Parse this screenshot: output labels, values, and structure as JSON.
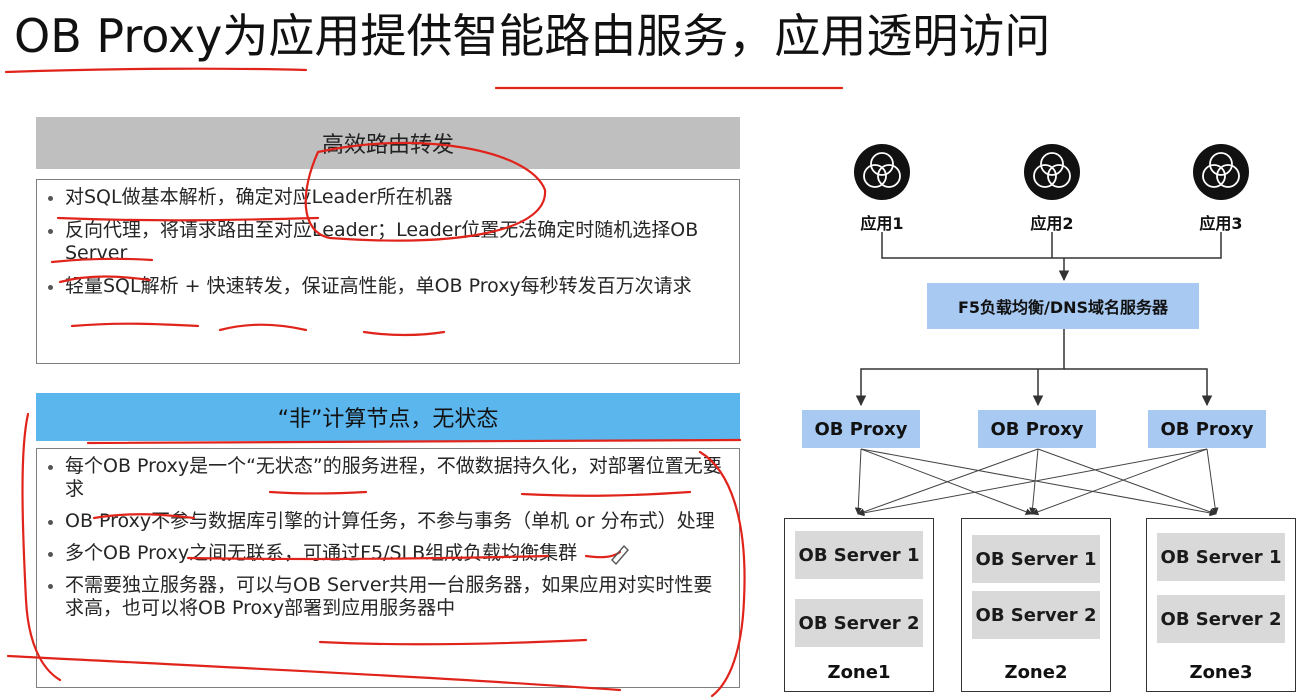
{
  "title": "OB Proxy为应用提供智能路由服务，应用透明访问",
  "section1": {
    "heading": "高效路由转发",
    "bullets": [
      "对SQL做基本解析，确定对应Leader所在机器",
      "反向代理，将请求路由至对应Leader；Leader位置无法确定时随机选择OB Server",
      "轻量SQL解析 + 快速转发，保证高性能，单OB Proxy每秒转发百万次请求"
    ]
  },
  "section2": {
    "heading": "“非”计算节点，无状态",
    "bullets": [
      "每个OB Proxy是一个“无状态”的服务进程，不做数据持久化，对部署位置无要求",
      "OB Proxy不参与数据库引擎的计算任务，不参与事务（单机 or 分布式）处理",
      "多个OB Proxy之间无联系，可通过F5/SLB组成负载均衡集群",
      "不需要独立服务器，可以与OB Server共用一台服务器，如果应用对实时性要求高，也可以将OB Proxy部署到应用服务器中"
    ]
  },
  "diagram": {
    "apps": [
      "应用1",
      "应用2",
      "应用3"
    ],
    "load_balancer": "F5负载均衡/DNS域名服务器",
    "proxies": [
      "OB Proxy",
      "OB Proxy",
      "OB Proxy"
    ],
    "zones": [
      {
        "name": "Zone1",
        "servers": [
          "OB Server 1",
          "OB Server 2"
        ]
      },
      {
        "name": "Zone2",
        "servers": [
          "OB Server 1",
          "OB Server 2"
        ]
      },
      {
        "name": "Zone3",
        "servers": [
          "OB Server 1",
          "OB Server 2"
        ]
      }
    ]
  },
  "colors": {
    "heading1_bg": "#bfbfbf",
    "heading2_bg": "#5bb6ee",
    "node_blue": "#a7c9f2",
    "server_gray": "#d9d9d9",
    "annotation_red": "#e0241b"
  }
}
